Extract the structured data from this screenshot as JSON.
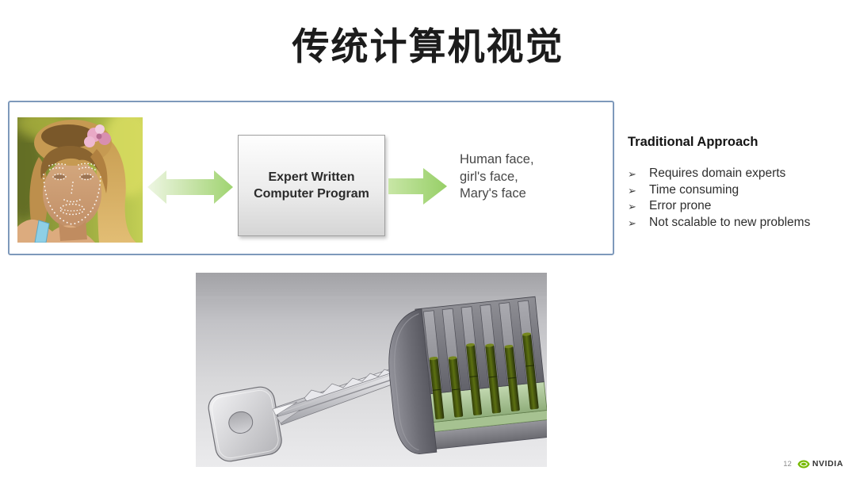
{
  "title": "传统计算机视觉",
  "diagram": {
    "input_image": "girl-portrait-with-facial-landmark-dots",
    "program_box_lines": [
      "Expert Written",
      "Computer Program"
    ],
    "outputs": [
      "Human face,",
      "girl's face,",
      "Mary's face"
    ]
  },
  "approach": {
    "heading": "Traditional Approach",
    "bullet_marker": "➢",
    "bullets": [
      "Requires domain experts",
      "Time consuming",
      "Error prone",
      "Not scalable to new problems"
    ]
  },
  "bottom_image": "key-inserted-into-pin-tumbler-lock-3d-render",
  "footer": {
    "page_number": "12",
    "brand": "NVIDIA"
  },
  "colors": {
    "diagram_border_blue": "#7e99bb",
    "arrow_green": "#9fd470",
    "pin_olive": "#4a5a10",
    "plug_green": "#a8c494",
    "nvidia_green": "#76B900"
  }
}
